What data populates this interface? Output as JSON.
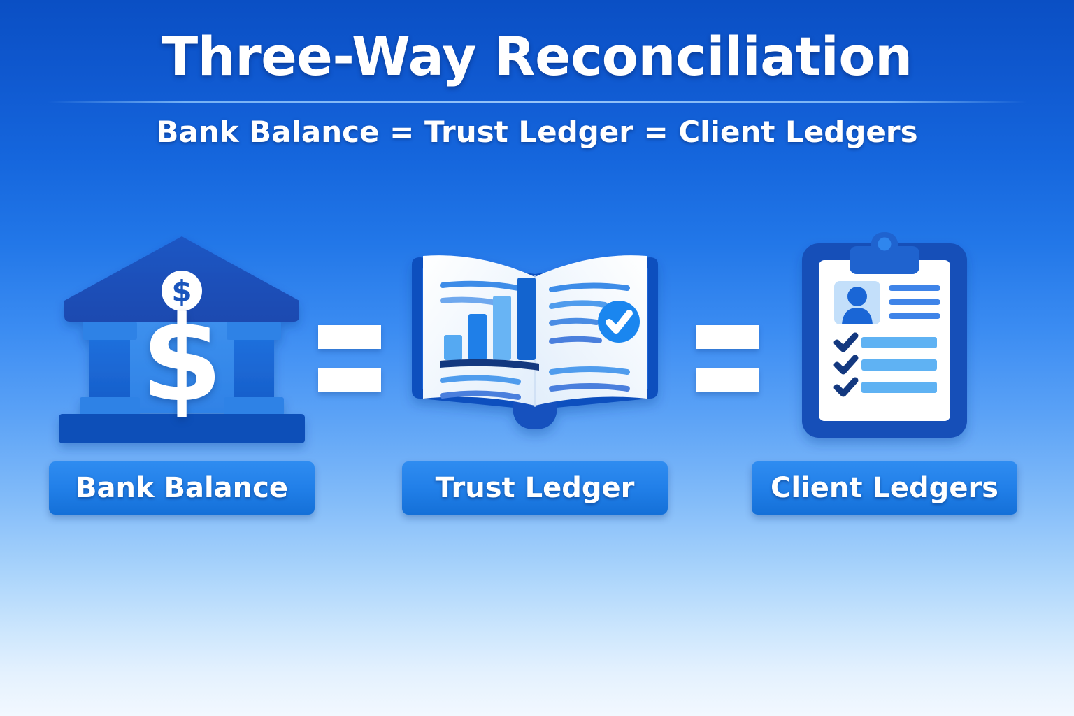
{
  "header": {
    "title": "Three-Way Reconciliation",
    "subtitle": "Bank Balance = Trust Ledger = Client Ledgers"
  },
  "colors": {
    "bg_top": "#0a4fc4",
    "bg_bottom": "#f2f8ff",
    "brand_blue": "#1470d8",
    "deep_blue": "#1a4fb5",
    "light_blue": "#5bb0f5",
    "white": "#ffffff",
    "button_fill": "#2280e9",
    "check_circle": "#1a86ef"
  },
  "items": [
    {
      "id": "bank-balance",
      "label": "Bank Balance",
      "icon": "bank-icon",
      "icon_parts": [
        "roof",
        "dollar-badge",
        "columns",
        "dollar-sign",
        "base"
      ]
    },
    {
      "id": "trust-ledger",
      "label": "Trust Ledger",
      "icon": "open-book-icon",
      "icon_parts": [
        "left-page",
        "right-page",
        "bar-chart",
        "check-badge",
        "bookmark"
      ]
    },
    {
      "id": "client-ledgers",
      "label": "Client Ledgers",
      "icon": "clipboard-icon",
      "icon_parts": [
        "clip",
        "avatar",
        "info-lines",
        "checklist"
      ]
    }
  ],
  "operators": [
    {
      "id": "equals-1",
      "symbol": "=",
      "name": "equals-sign"
    },
    {
      "id": "equals-2",
      "symbol": "=",
      "name": "equals-sign"
    }
  ],
  "bar_chart": {
    "bars": [
      {
        "height": 36,
        "color": "#55a9f2"
      },
      {
        "height": 66,
        "color": "#1f7fe8"
      },
      {
        "height": 92,
        "color": "#68b4f4"
      },
      {
        "height": 118,
        "color": "#1364cf"
      }
    ]
  },
  "checklist": {
    "rows": 3,
    "check_color": "#13387f",
    "line_color": "#5fb2f3"
  }
}
